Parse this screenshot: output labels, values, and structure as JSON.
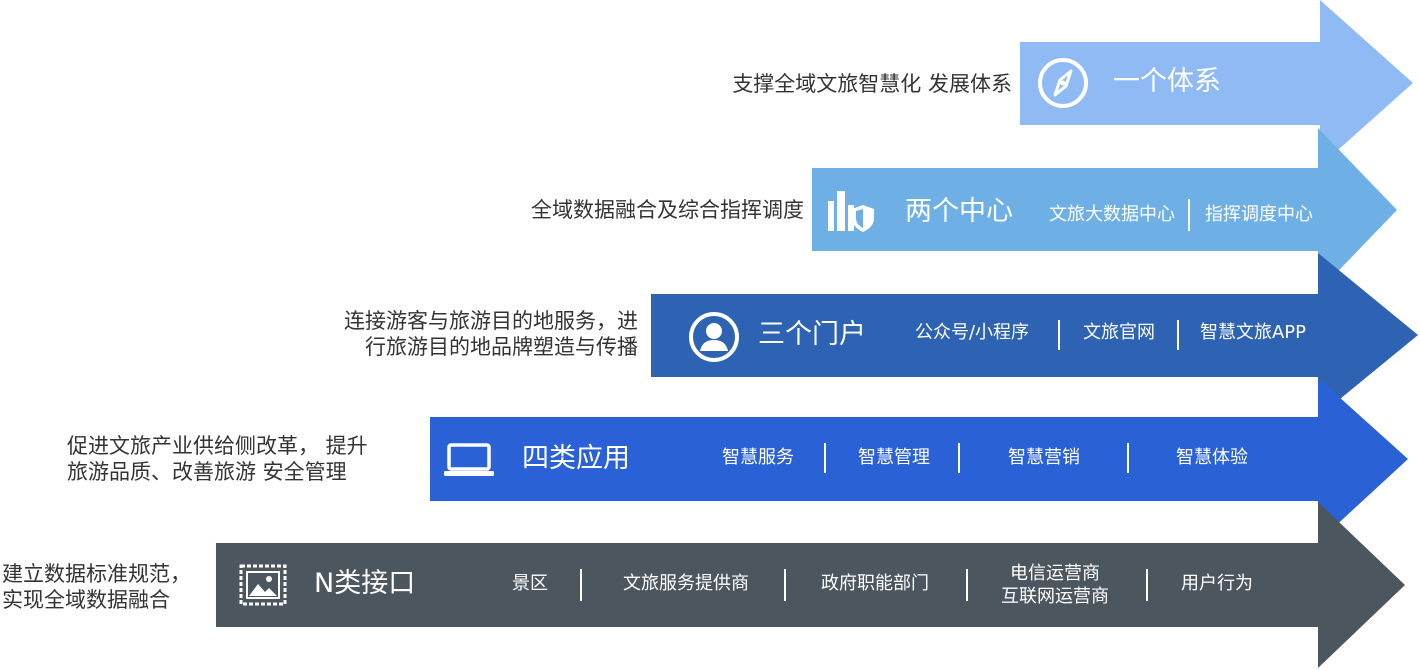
{
  "rows": [
    {
      "id": "one-system",
      "color": "#8fbaf3",
      "title": "一个体系",
      "icon": "compass-icon",
      "description": [
        "支撑全域文旅智慧化  发展体系"
      ],
      "items": []
    },
    {
      "id": "two-centers",
      "color": "#6eb0e6",
      "title": "两个中心",
      "icon": "building-shield-icon",
      "description": [
        "全域数据融合及综合指挥调度"
      ],
      "items": [
        "文旅大数据中心",
        "指挥调度中心"
      ]
    },
    {
      "id": "three-portals",
      "color": "#2e62b2",
      "title": "三个门户",
      "icon": "user-icon",
      "description": [
        "连接游客与旅游目的地服务，进",
        "行旅游目的地品牌塑造与传播"
      ],
      "items": [
        "公众号/小程序",
        "文旅官网",
        "智慧文旅APP"
      ]
    },
    {
      "id": "four-apps",
      "color": "#2b61d6",
      "title": "四类应用",
      "icon": "laptop-icon",
      "description": [
        "促进文旅产业供给侧改革，  提升",
        "旅游品质、改善旅游      安全管理"
      ],
      "items": [
        "智慧服务",
        "智慧管理",
        "智慧营销",
        "智慧体验"
      ]
    },
    {
      "id": "n-interfaces",
      "color": "#4c565e",
      "title": "N类接口",
      "icon": "image-icon",
      "description": [
        "建立数据标准规范，",
        "实现全域数据融合"
      ],
      "items": [
        "景区",
        "文旅服务提供商",
        "政府职能部门",
        "电信运营商\n互联网运营商",
        "用户行为"
      ]
    }
  ]
}
